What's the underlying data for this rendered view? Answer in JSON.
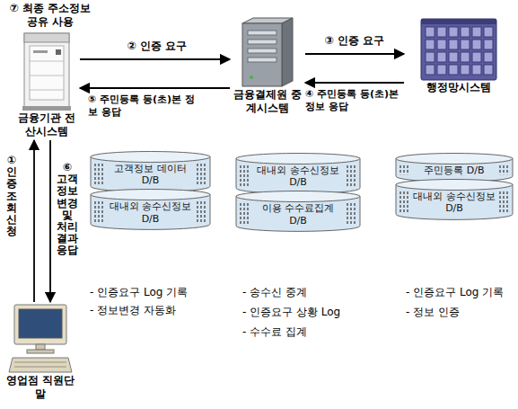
{
  "diagram": {
    "nodes": [
      {
        "text": [
          "금융기관 전산시스템"
        ]
      },
      {
        "text": [
          "금융결제원 중계시스템"
        ]
      },
      {
        "text": [
          "행정망시스템"
        ]
      },
      {
        "text": [
          "고객정보 데이터 D/B"
        ]
      },
      {
        "text": [
          "대내외 송수신정보 D/B"
        ]
      },
      {
        "text": [
          "대내외 송수신정보 D/B"
        ]
      },
      {
        "text": [
          "이용 수수료집계 D/B"
        ]
      },
      {
        "text": [
          "주민등록 D/B"
        ]
      },
      {
        "text": [
          "대내외 송수신정보 D/B"
        ]
      },
      {
        "text": [
          "영업점 직원단말"
        ]
      }
    ],
    "edges": [
      {
        "from": 0,
        "to": 1,
        "label": "② 인증 요구",
        "arrow": "to"
      },
      {
        "from": 1,
        "to": 0,
        "label": "⑤ 주민등록 등(초)본 정보 응답",
        "arrow": "to"
      },
      {
        "from": 1,
        "to": 2,
        "label": "③ 인증 요구",
        "arrow": "to"
      },
      {
        "from": 2,
        "to": 1,
        "label": "④ 주민등록 등(초)본 정보 응답",
        "arrow": "to"
      },
      {
        "from": 9,
        "to": 0,
        "label": "① 인증조회 신청",
        "arrow": "to"
      },
      {
        "from": 0,
        "to": 9,
        "label": "⑥ 고객정보 변경 및 처리결과 응답",
        "arrow": "to"
      }
    ],
    "labels": [
      "⑦ 최종 주소정보 공유 사용",
      "- 인증요구 Log 기록",
      "- 정보변경 자동화",
      "- 송수신 중계",
      "- 인증요구 상황 Log",
      "- 수수료 집계",
      "- 인증요구 Log 기록",
      "- 정보 인증"
    ]
  }
}
